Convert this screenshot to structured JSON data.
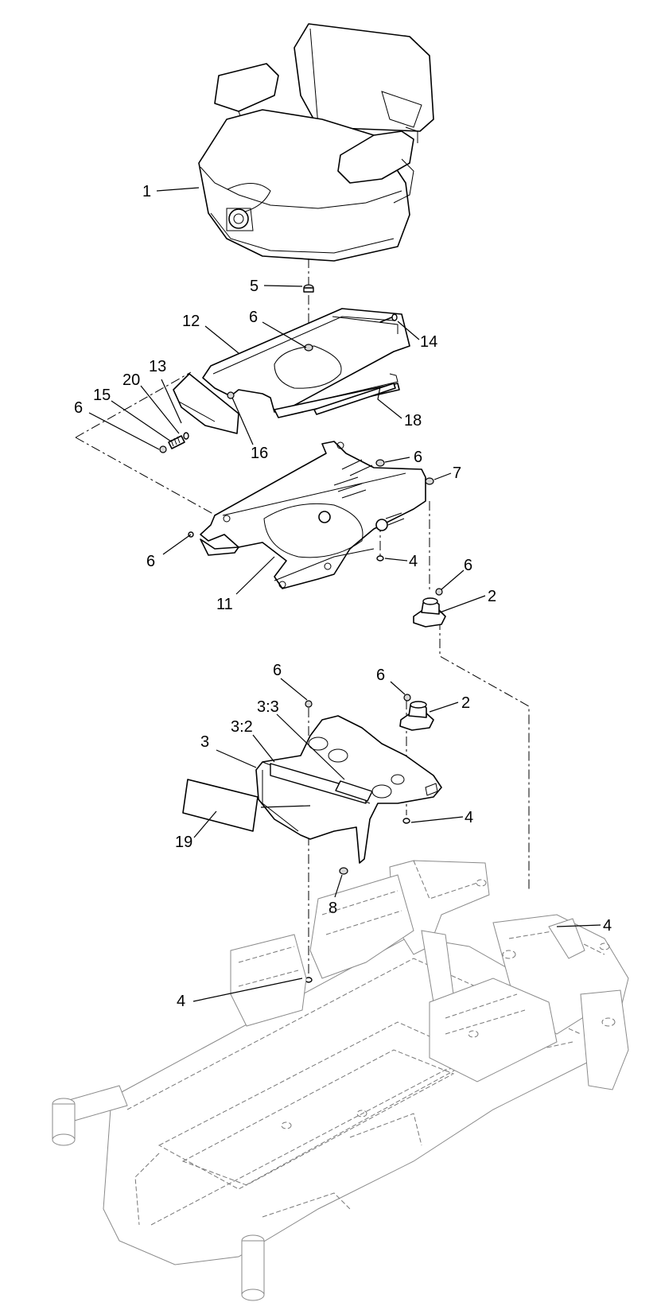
{
  "callouts": [
    {
      "id": "c1",
      "text": "1"
    },
    {
      "id": "c5",
      "text": "5"
    },
    {
      "id": "c12",
      "text": "12"
    },
    {
      "id": "c6a",
      "text": "6"
    },
    {
      "id": "c14",
      "text": "14"
    },
    {
      "id": "c13",
      "text": "13"
    },
    {
      "id": "c20",
      "text": "20"
    },
    {
      "id": "c15",
      "text": "15"
    },
    {
      "id": "c6b",
      "text": "6"
    },
    {
      "id": "c18",
      "text": "18"
    },
    {
      "id": "c16",
      "text": "16"
    },
    {
      "id": "c6c",
      "text": "6"
    },
    {
      "id": "c7",
      "text": "7"
    },
    {
      "id": "c6d",
      "text": "6"
    },
    {
      "id": "c4a",
      "text": "4"
    },
    {
      "id": "c11",
      "text": "11"
    },
    {
      "id": "c6e",
      "text": "6"
    },
    {
      "id": "c2a",
      "text": "2"
    },
    {
      "id": "c6f",
      "text": "6"
    },
    {
      "id": "c6g",
      "text": "6"
    },
    {
      "id": "c2b",
      "text": "2"
    },
    {
      "id": "c33",
      "text": "3:3"
    },
    {
      "id": "c32",
      "text": "3:2"
    },
    {
      "id": "c3",
      "text": "3"
    },
    {
      "id": "c4b",
      "text": "4"
    },
    {
      "id": "c19",
      "text": "19"
    },
    {
      "id": "c8",
      "text": "8"
    },
    {
      "id": "c4c",
      "text": "4"
    },
    {
      "id": "c4d",
      "text": "4"
    }
  ]
}
